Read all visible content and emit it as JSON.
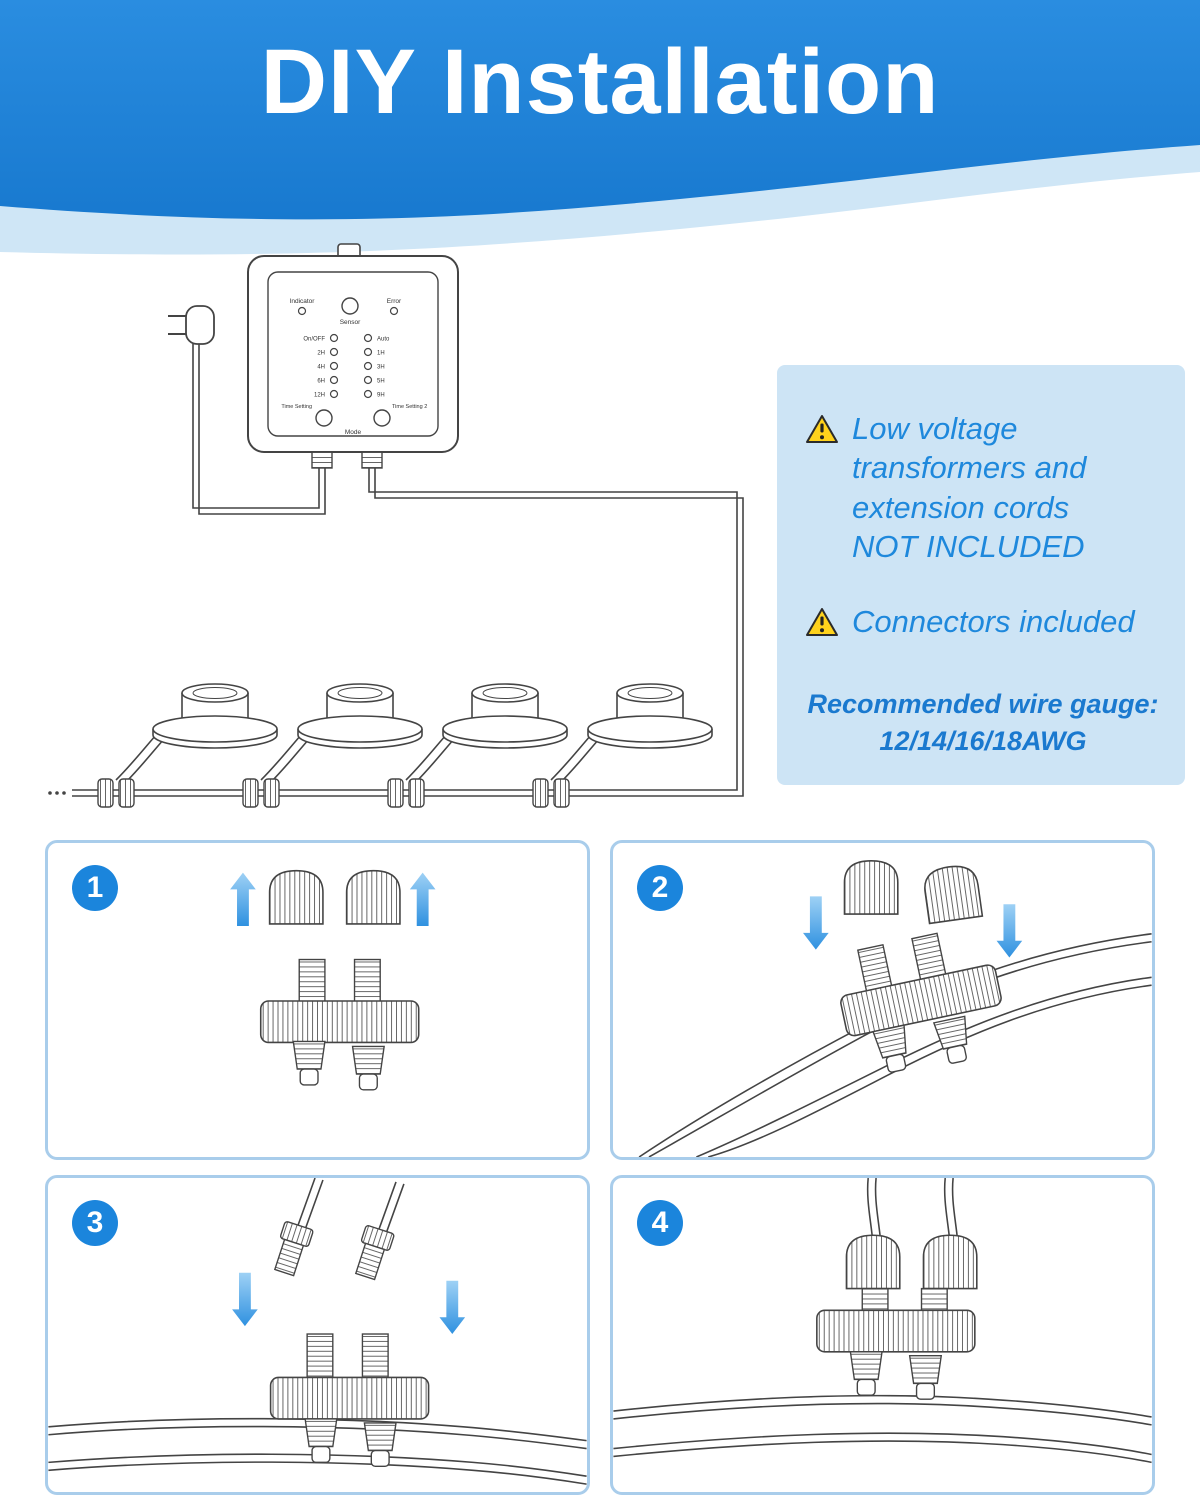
{
  "header": {
    "title": "DIY Installation"
  },
  "notes": {
    "warning1": "Low voltage\ntransformers and\nextension cords\nNOT INCLUDED",
    "warning2": "Connectors included",
    "gauge": "Recommended wire gauge:\n12/14/16/18AWG"
  },
  "controller": {
    "indicator": "Indicator",
    "sensor": "Sensor",
    "error": "Error",
    "left_leds": [
      "On/OFF",
      "2H",
      "4H",
      "6H",
      "12H"
    ],
    "right_leds": [
      "Auto",
      "1H",
      "3H",
      "5H",
      "9H"
    ],
    "btn_left": "Time Setting",
    "btn_center": "Mode",
    "btn_right": "Time Setting 2"
  },
  "steps": [
    {
      "number": "1"
    },
    {
      "number": "2"
    },
    {
      "number": "3"
    },
    {
      "number": "4"
    }
  ],
  "colors": {
    "header_blue": "#1e86d9",
    "header_light_band": "#cfe6f6",
    "accent_blue": "#1e88dc",
    "notes_panel_bg": "#cde4f5",
    "step_panel_border": "#a9cdeb",
    "step_badge": "#1b85dc",
    "arrow_blue": "#3f9ae2",
    "warning_yellow": "#ffd21c",
    "line_art": "#444444"
  }
}
